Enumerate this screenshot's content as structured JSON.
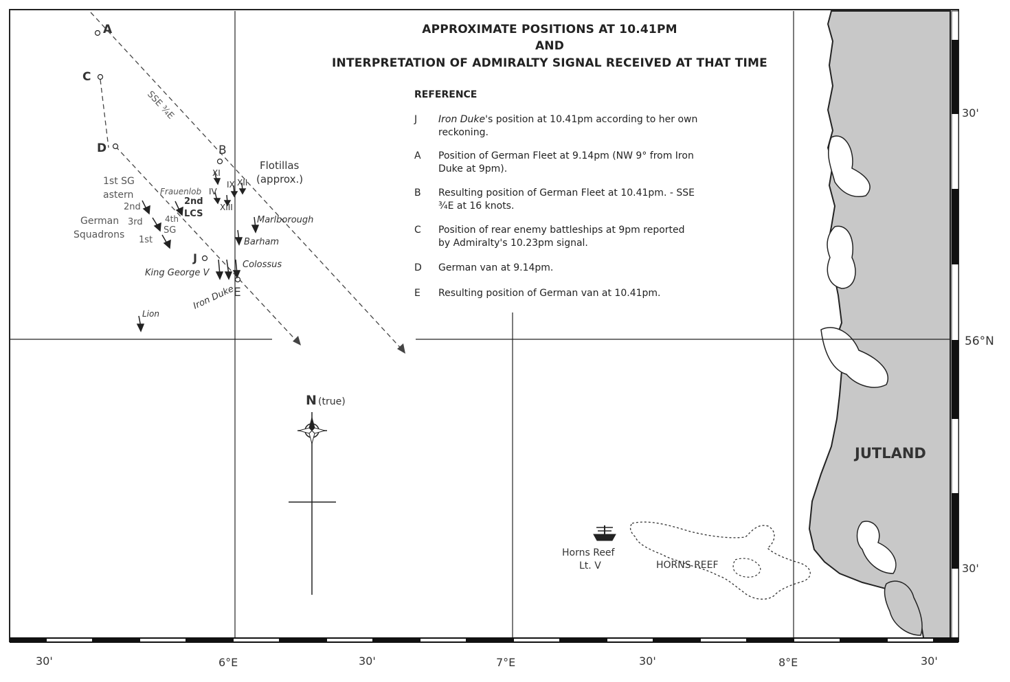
{
  "title": {
    "line1": "APPROXIMATE POSITIONS AT 10.41PM",
    "line2": "AND",
    "line3": "INTERPRETATION OF ADMIRALTY SIGNAL RECEIVED AT THAT TIME"
  },
  "reference": {
    "heading": "REFERENCE",
    "entries": [
      {
        "key": "J",
        "text_italic": "Iron Duke",
        "text": "'s position at 10.41pm according to her own reckoning."
      },
      {
        "key": "A",
        "text": "Position of German Fleet at 9.14pm (NW 9° from Iron Duke at 9pm)."
      },
      {
        "key": "B",
        "text": "Resulting position of German Fleet at 10.41pm. - SSE ¾E at 16 knots."
      },
      {
        "key": "C",
        "text": "Position of rear enemy battleships at 9pm reported by Admiralty's 10.23pm signal."
      },
      {
        "key": "D",
        "text": "German van at 9.14pm."
      },
      {
        "key": "E",
        "text": "Resulting position of German van at 10.41pm."
      }
    ]
  },
  "points": {
    "A": "A",
    "B": "B",
    "C": "C",
    "D": "D",
    "E": "E",
    "J": "J"
  },
  "track_label": "SSE ¾E",
  "flotillas": {
    "label": "Flotillas",
    "sublabel": "(approx.)",
    "numerals": [
      "XI",
      "IV",
      "IX",
      "XII",
      "XIII"
    ]
  },
  "german": {
    "first_sg": "1st SG",
    "astern": "astern",
    "second": "2nd",
    "german": "German",
    "third": "3rd",
    "squadrons": "Squadrons",
    "first": "1st",
    "fourth": "4th",
    "sg": "SG",
    "frauenlob": "Frauenlob",
    "lcs_2nd": "2nd",
    "lcs": "LCS"
  },
  "ships": {
    "marlborough": "Marlborough",
    "barham": "Barham",
    "colossus": "Colossus",
    "king_george_v": "King George V",
    "iron_duke": "Iron Duke",
    "lion": "Lion"
  },
  "compass": {
    "n": "N",
    "true_label": "(true)"
  },
  "land": {
    "name": "JUTLAND",
    "horns_reef": "HORNS REEF",
    "horns_reef_lv_1": "Horns Reef",
    "horns_reef_lv_2": "Lt. V"
  },
  "axes": {
    "bottom": [
      "30'",
      "6°E",
      "30'",
      "7°E",
      "30'",
      "8°E",
      "30'"
    ],
    "right_top": "30'",
    "right_mid": "56°N",
    "right_bottom": "30'"
  },
  "colors": {
    "land": "#c8c8c8",
    "ink": "#222222"
  }
}
